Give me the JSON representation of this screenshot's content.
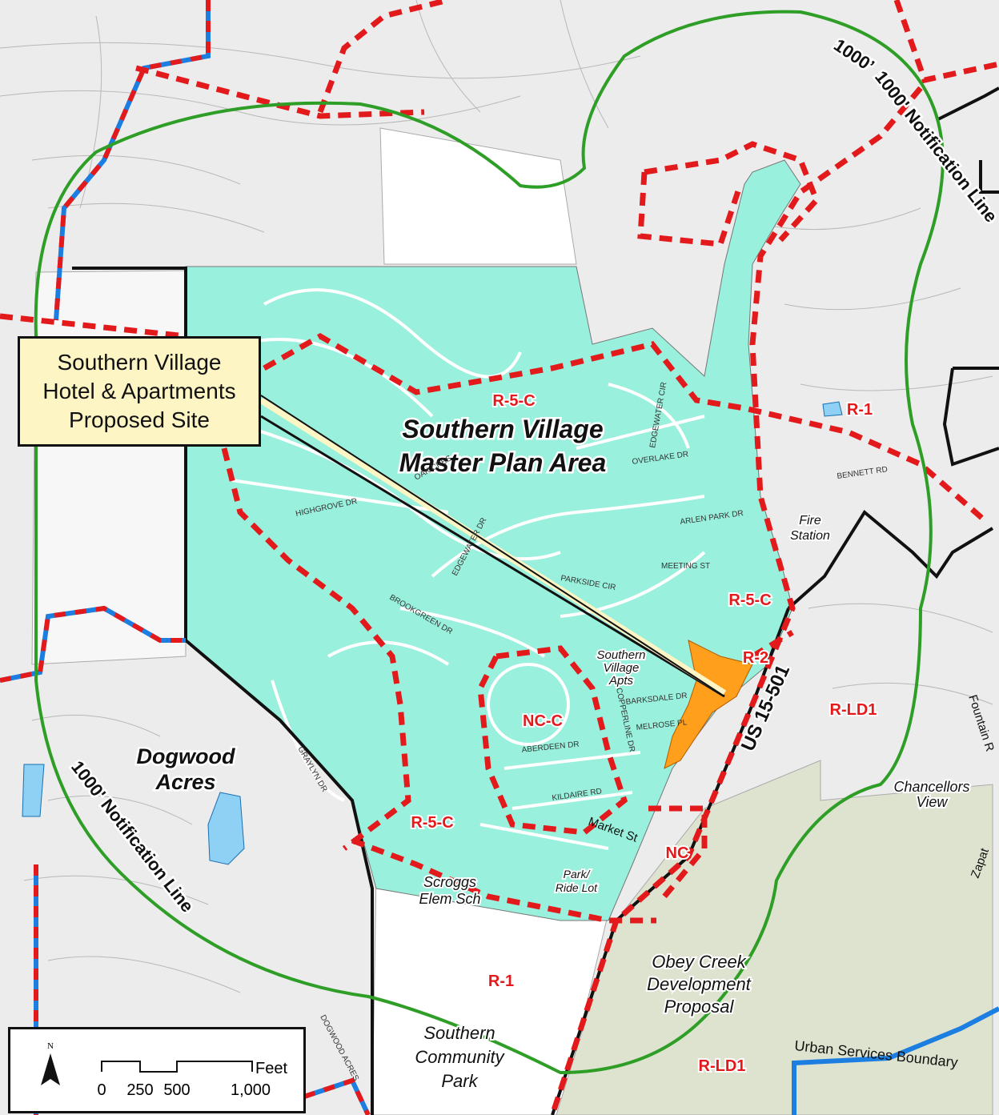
{
  "callout": {
    "line1": "Southern Village",
    "line2": "Hotel & Apartments",
    "line3": "Proposed Site"
  },
  "areas": {
    "master_plan_line1": "Southern Village",
    "master_plan_line2": "Master Plan Area",
    "dogwood_line1": "Dogwood",
    "dogwood_line2": "Acres",
    "notification_top": "1000' Notification Line",
    "notification_left": "1000' Notification Line"
  },
  "zones": {
    "r5c_top": "R-5-C",
    "r5c_right": "R-5-C",
    "r5c_bottom": "R-5-C",
    "r1_right": "R-1",
    "r1_bottom": "R-1",
    "r2": "R-2",
    "ncc": "NC-C",
    "nc": "NC",
    "rld1_right": "R-LD1",
    "rld1_bottom": "R-LD1"
  },
  "places": {
    "fire_station_1": "Fire",
    "fire_station_2": "Station",
    "sv_apts_1": "Southern",
    "sv_apts_2": "Village",
    "sv_apts_3": "Apts",
    "chancellors_1": "Chancellors",
    "chancellors_2": "View",
    "scroggs_1": "Scroggs",
    "scroggs_2": "Elem Sch",
    "park_ride_1": "Park/",
    "park_ride_2": "Ride Lot",
    "obey_1": "Obey Creek",
    "obey_2": "Development",
    "obey_3": "Proposal",
    "community_1": "Southern",
    "community_2": "Community",
    "community_3": "Park",
    "urban_services": "Urban Services Boundary",
    "us_highway": "US 15-501",
    "fountain": "Fountain R",
    "zapata": "Zapat",
    "market_st": "Market St"
  },
  "streets": {
    "bennett": "BENNETT RD",
    "arlen_park": "ARLEN PARK DR",
    "meeting": "MEETING ST",
    "overlake": "OVERLAKE DR",
    "edgewater": "EDGEWATER CIR",
    "highgrove": "HIGHGROVE DR",
    "brookgreen": "BROOKGREEN DR",
    "edgewater_dr": "EDGEWATER DR",
    "parkside": "PARKSIDE CIR",
    "barksdale": "BARKSDALE DR",
    "melrose": "MELROSE PL",
    "copperline": "COPPERLINE DR",
    "aberdeen": "ABERDEEN DR",
    "kildaire": "KILDAIRE RD",
    "graylyn": "GRAYLYN DR",
    "dogwood_acres_dr": "DOGWOOD ACRES",
    "oak_ches": "OAK CRES"
  },
  "scale": {
    "north": "N",
    "unit": "Feet",
    "tick_0": "0",
    "tick_250": "250",
    "tick_500": "500",
    "tick_1000": "1,000"
  },
  "colors": {
    "master_plan_fill": "#99f0dc",
    "proposed_site": "#ff9f1c",
    "obey_creek_fill": "#dde3cf",
    "zoning_line": "#e31a1c",
    "notification_line": "#2e9e27",
    "urban_services_line": "#1b7ee0",
    "town_boundary": "#111111"
  }
}
